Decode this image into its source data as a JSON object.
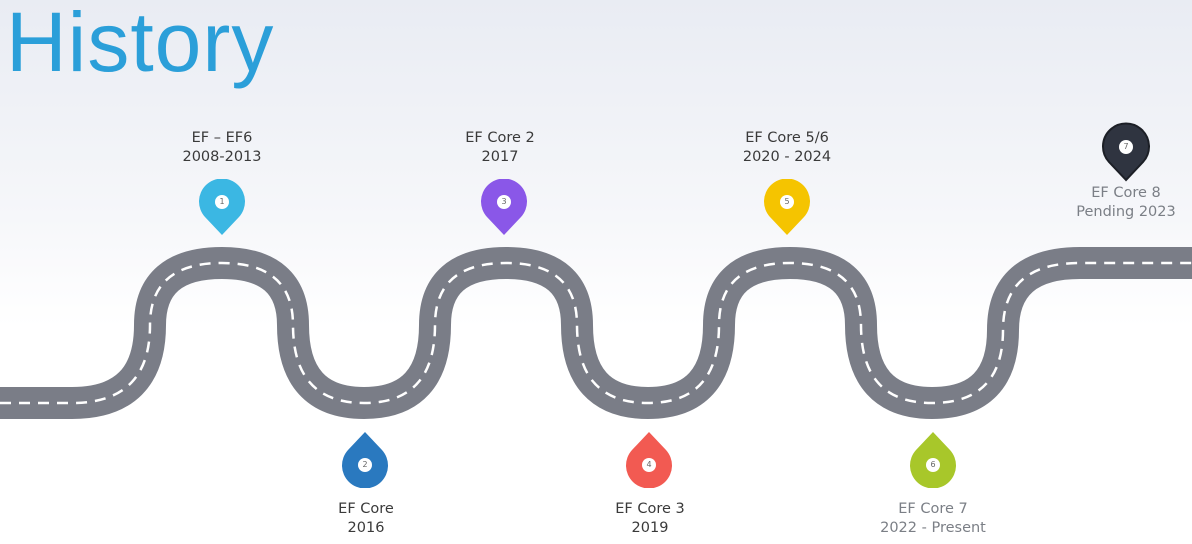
{
  "title": "History",
  "colors": {
    "title": "#2b9fd9",
    "road": "#7a7d87",
    "road_line": "#ffffff"
  },
  "milestones": [
    {
      "number": "1",
      "name": "EF – EF6",
      "date": "2008-2013",
      "color": "#3bb7e3",
      "position": "above"
    },
    {
      "number": "2",
      "name": "EF Core",
      "date": "2016",
      "color": "#2a79bf",
      "position": "below"
    },
    {
      "number": "3",
      "name": "EF Core 2",
      "date": "2017",
      "color": "#8a57e8",
      "position": "above"
    },
    {
      "number": "4",
      "name": "EF Core 3",
      "date": "2019",
      "color": "#f25a52",
      "position": "below"
    },
    {
      "number": "5",
      "name": "EF Core 5/6",
      "date": "2020 - 2024",
      "color": "#f5c400",
      "position": "above"
    },
    {
      "number": "6",
      "name": "EF Core 7",
      "date": "2022 - Present",
      "color": "#a8c72a",
      "position": "below"
    },
    {
      "number": "7",
      "name": "EF Core 8",
      "date": "Pending 2023",
      "color": "#2f3440",
      "position": "above"
    }
  ]
}
